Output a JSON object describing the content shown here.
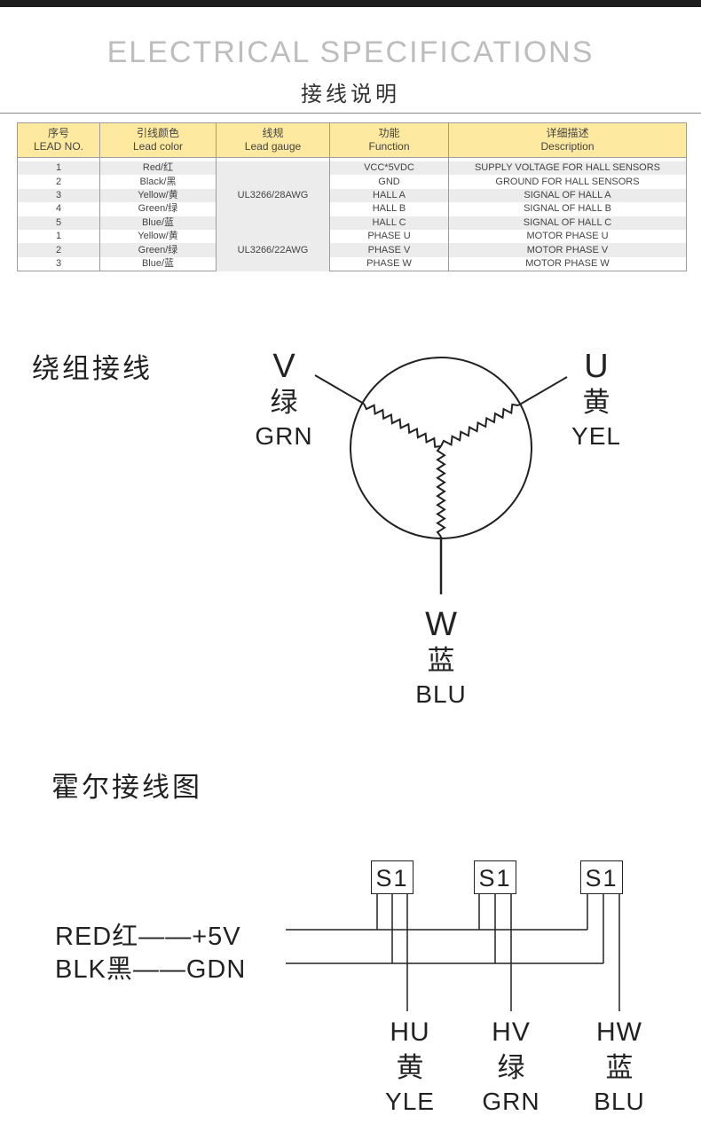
{
  "header": {
    "title_en": "ELECTRICAL SPECIFICATIONS",
    "title_cn": "接线说明"
  },
  "table": {
    "columns": [
      {
        "cn": "序号",
        "en": "LEAD NO."
      },
      {
        "cn": "引线颜色",
        "en": "Lead color"
      },
      {
        "cn": "线规",
        "en": "Lead gauge"
      },
      {
        "cn": "功能",
        "en": "Function"
      },
      {
        "cn": "详细描述",
        "en": "Description"
      }
    ],
    "rows": [
      {
        "no": "1",
        "color": "Red/红",
        "function": "VCC*5VDC",
        "description": "SUPPLY VOLTAGE FOR HALL SENSORS"
      },
      {
        "no": "2",
        "color": "Black/黑",
        "function": "GND",
        "description": "GROUND FOR HALL SENSORS"
      },
      {
        "no": "3",
        "color": "Yellow/黄",
        "function": "HALL A",
        "description": "SIGNAL OF HALL A"
      },
      {
        "no": "4",
        "color": "Green/绿",
        "function": "HALL B",
        "description": "SIGNAL OF HALL B"
      },
      {
        "no": "5",
        "color": "Blue/蓝",
        "function": "HALL C",
        "description": "SIGNAL OF HALL C"
      },
      {
        "no": "1",
        "color": "Yellow/黄",
        "function": "PHASE U",
        "description": "MOTOR PHASE U"
      },
      {
        "no": "2",
        "color": "Green/绿",
        "function": "PHASE V",
        "description": "MOTOR PHASE V"
      },
      {
        "no": "3",
        "color": "Blue/蓝",
        "function": "PHASE W",
        "description": "MOTOR PHASE W"
      }
    ],
    "gauge_groups": [
      "UL3266/28AWG",
      "UL3266/22AWG"
    ]
  },
  "winding": {
    "title": "绕组接线",
    "v": {
      "letter": "V",
      "cn": "绿",
      "en": "GRN"
    },
    "u": {
      "letter": "U",
      "cn": "黄",
      "en": "YEL"
    },
    "w": {
      "letter": "W",
      "cn": "蓝",
      "en": "BLU"
    }
  },
  "hall": {
    "title": "霍尔接线图",
    "sensor_label": "S1",
    "red_line": "RED红——+5V",
    "blk_line": "BLK黑——GDN",
    "hu": {
      "letter": "HU",
      "cn": "黄",
      "en": "YLE"
    },
    "hv": {
      "letter": "HV",
      "cn": "绿",
      "en": "GRN"
    },
    "hw": {
      "letter": "HW",
      "cn": "蓝",
      "en": "BLU"
    }
  }
}
